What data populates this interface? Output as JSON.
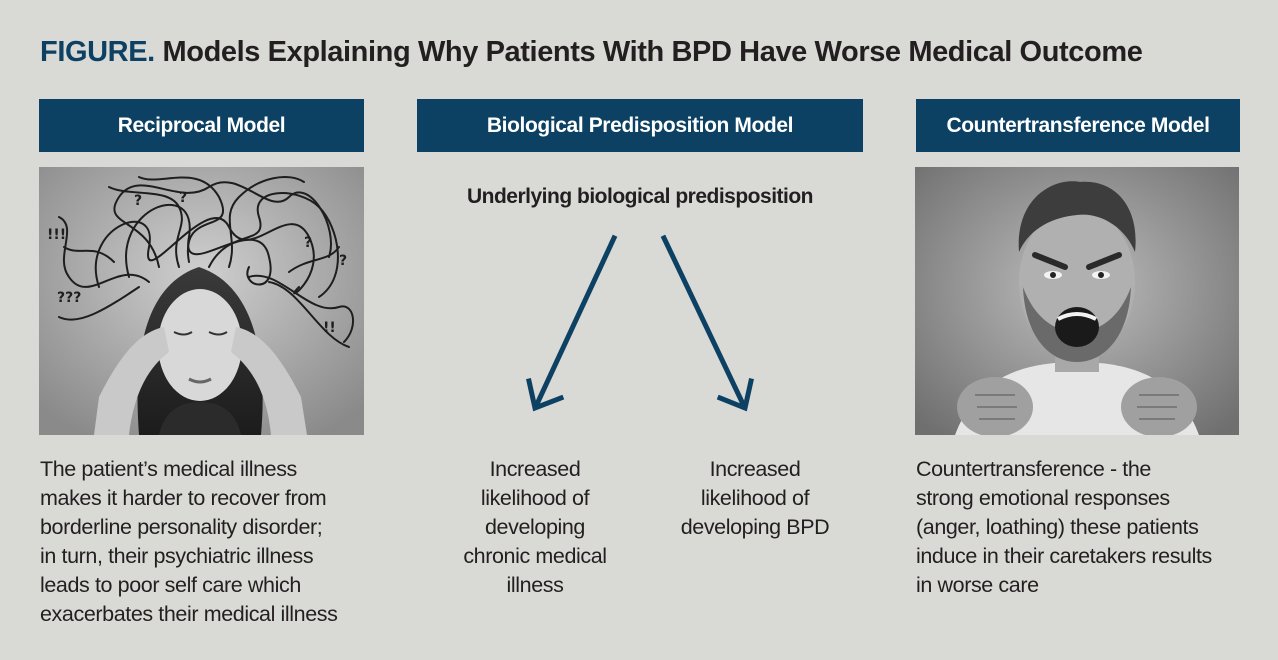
{
  "figure": {
    "title_prefix": "FIGURE.",
    "title_rest": "Models Explaining Why Patients With BPD Have Worse Medical Outcome"
  },
  "models": [
    {
      "header": "Reciprocal Model",
      "description": "The patient’s medical illness\nmakes it harder to recover from\nborderline personality disorder;\nin turn, their psychiatric illness\nleads to poor self care which\nexacerbates their medical illness"
    },
    {
      "header": "Biological Predisposition  Model",
      "top_node": "Underlying biological predisposition",
      "outcomes": [
        "Increased\nlikelihood of\ndeveloping\nchronic medical\nillness",
        "Increased\nlikelihood of\ndeveloping BPD"
      ]
    },
    {
      "header": "Countertransference Model",
      "description": "Countertransference - the\nstrong emotional responses\n(anger, loathing) these patients\ninduce in their caretakers results\nin worse care"
    }
  ],
  "colors": {
    "background": "#d9d9d6",
    "header_fill": "#0d4163",
    "arrow": "#0d4163",
    "text": "#231f20"
  }
}
